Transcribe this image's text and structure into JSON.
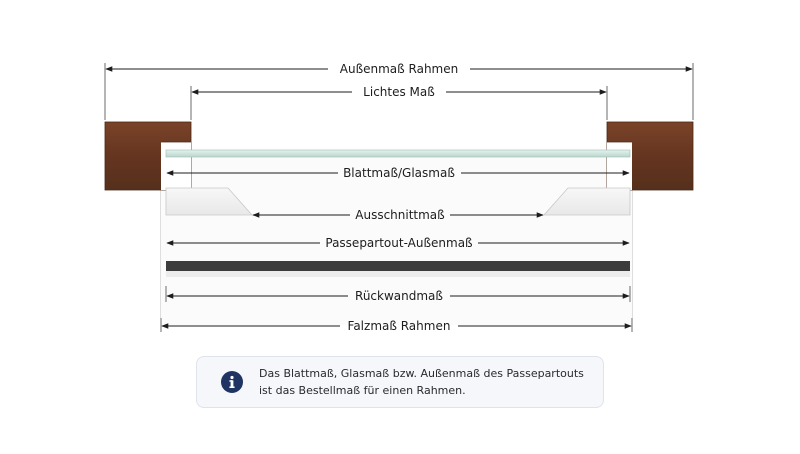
{
  "dimensions": {
    "outer_frame": "Außenmaß Rahmen",
    "clear_opening": "Lichtes Maß",
    "glass": "Blattmaß/Glasmaß",
    "cutout": "Ausschnittmaß",
    "mat_outer": "Passepartout-Außenmaß",
    "backboard": "Rückwandmaß",
    "rebate": "Falzmaß Rahmen"
  },
  "info": {
    "icon": "info-icon",
    "line1": "Das Blattmaß, Glasmaß bzw. Außenmaß des Passepartouts",
    "line2": "ist das Bestellmaß für einen Rahmen."
  },
  "colors": {
    "wood": "#6e3b22",
    "glass": "#cfe3dc",
    "mat": "#f1f1f1",
    "backboard": "#3c3c3c",
    "line": "#1d1d1f",
    "info_icon": "#1f3462"
  }
}
